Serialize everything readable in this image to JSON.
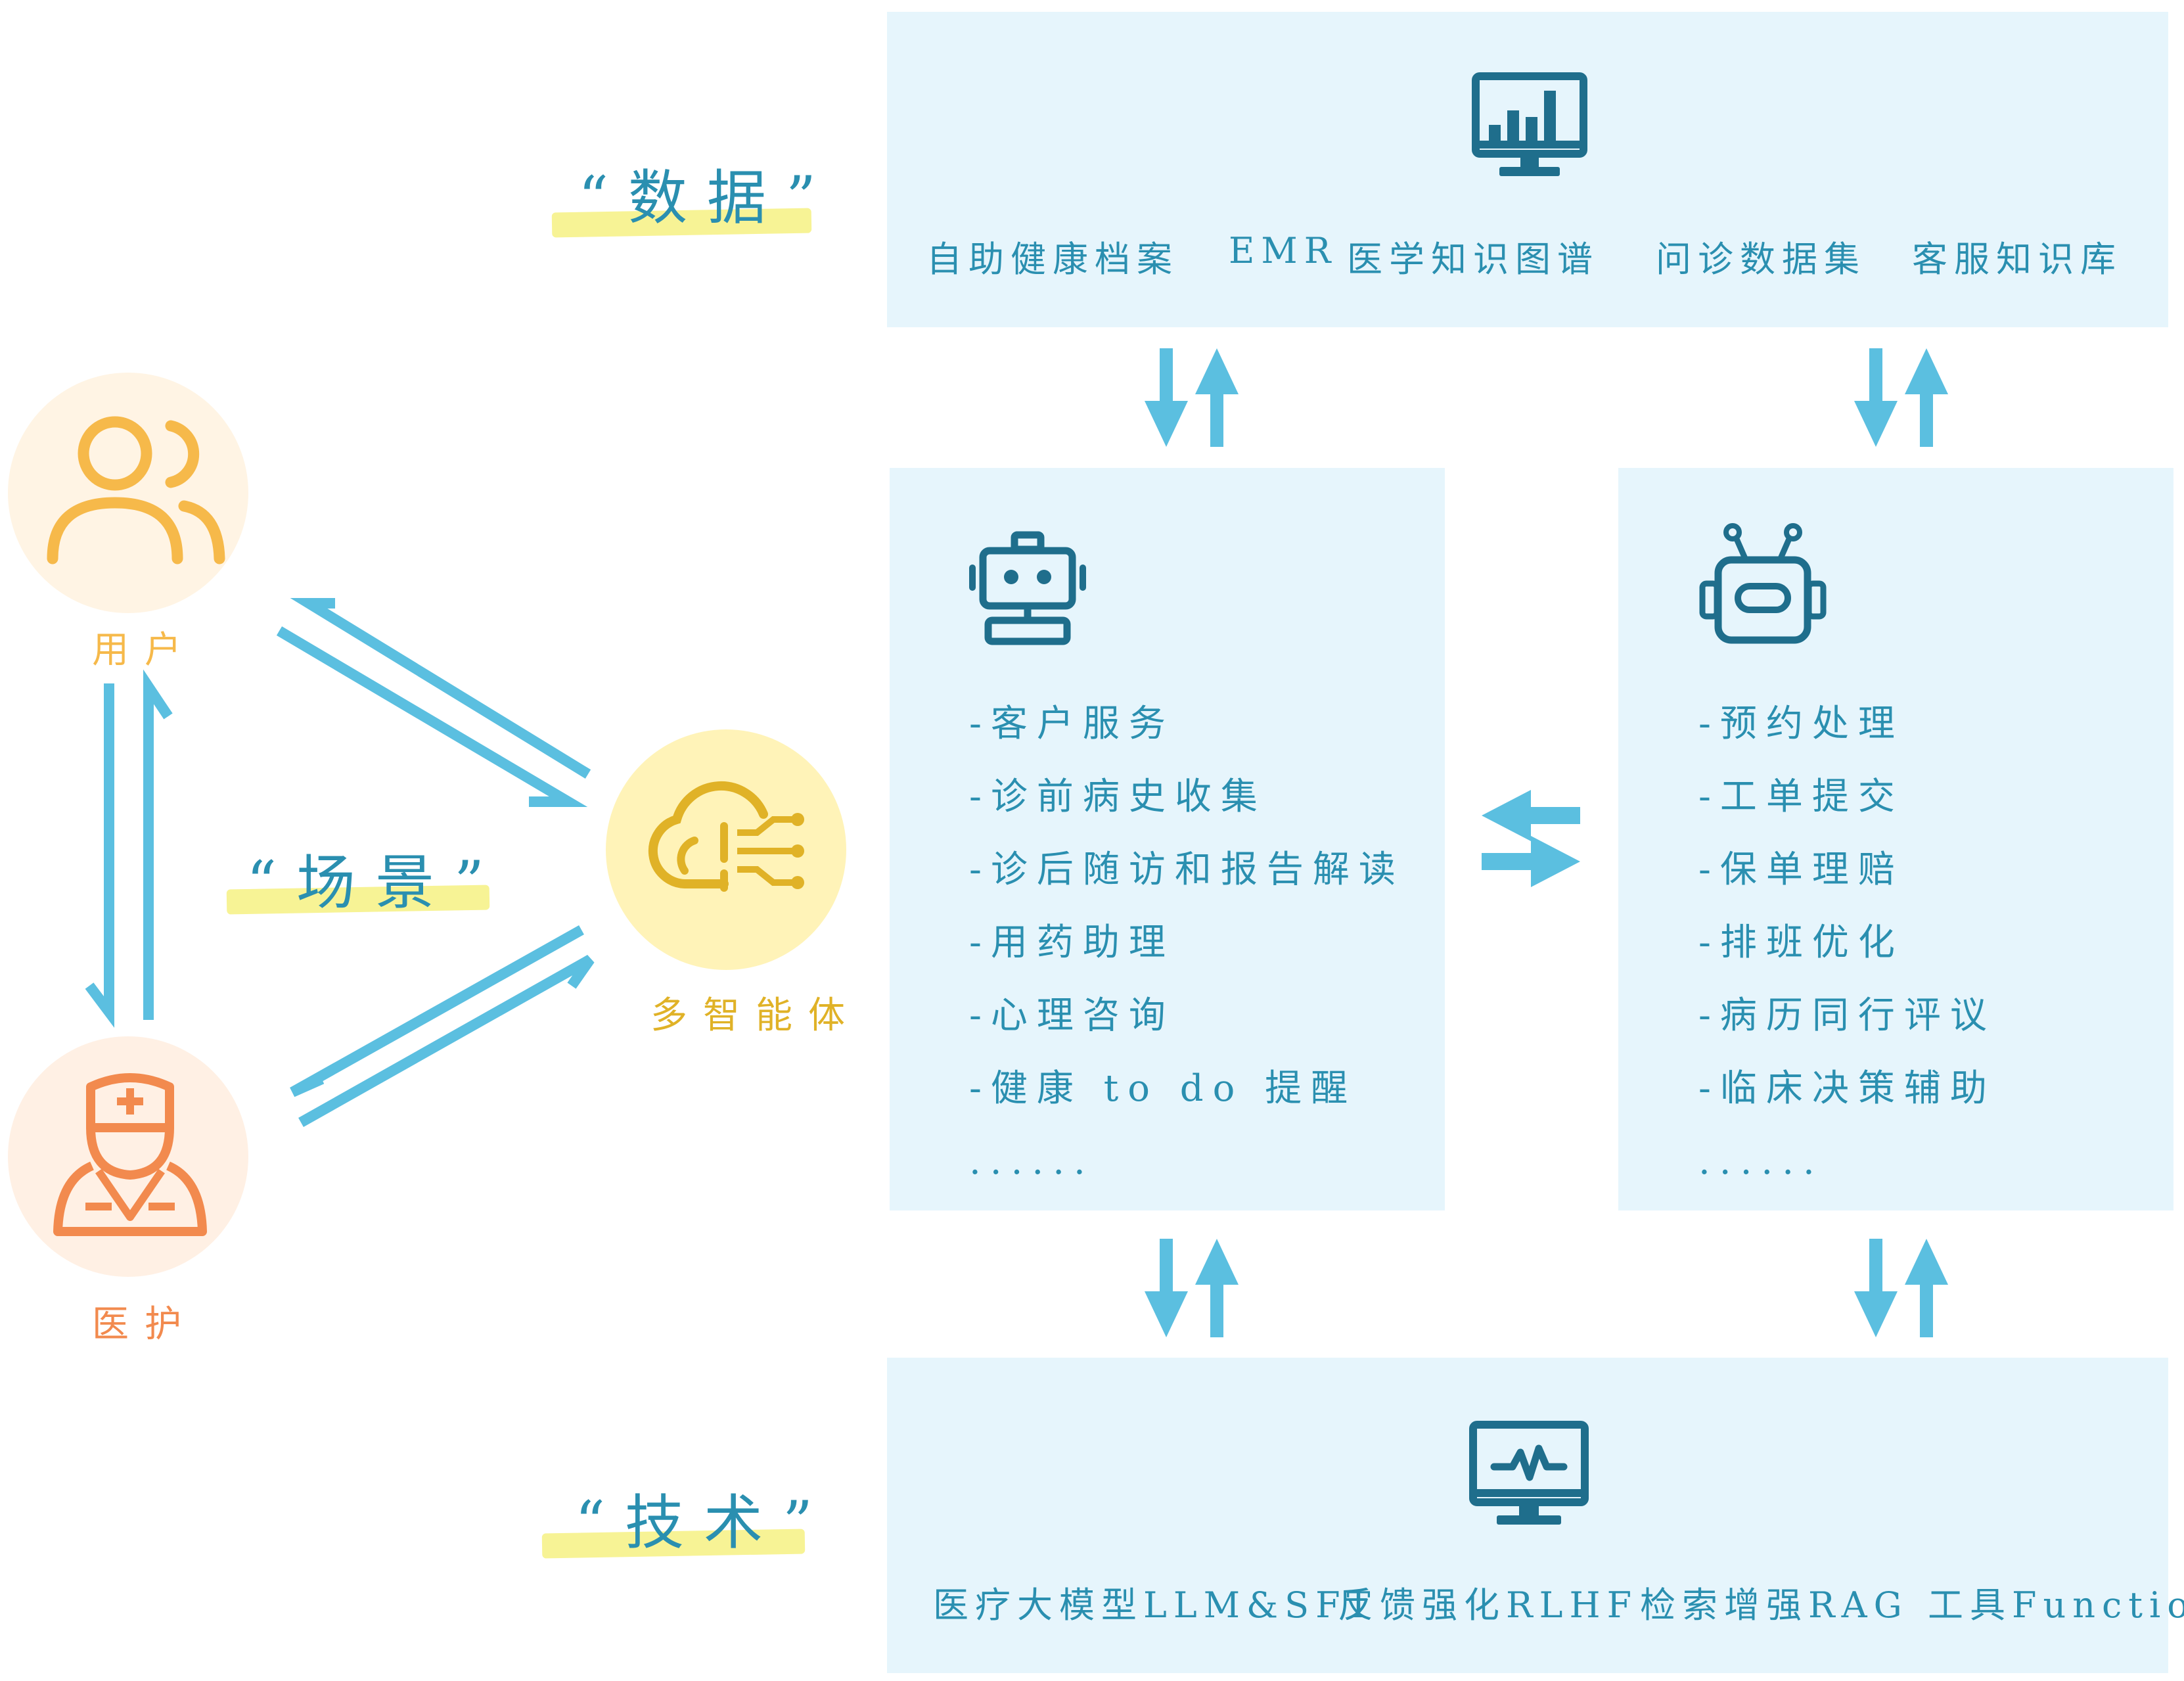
{
  "colors": {
    "panel_bg": "#e6f5fc",
    "arrow": "#5bbfe0",
    "text_blue": "#2a8fb0",
    "icon_teal": "#1f6e8c",
    "user_orange": "#f6b94a",
    "nurse_orange": "#f28a4e",
    "agent_gold": "#e0b227",
    "highlight_yellow": "#f6f28a"
  },
  "labels": {
    "data": "“数据”",
    "scene": "“场景”",
    "tech": "“技术”"
  },
  "nodes": {
    "user": {
      "label": "用户",
      "icon": "users-icon"
    },
    "nurse": {
      "label": "医护",
      "icon": "doctor-icon"
    },
    "agent": {
      "label": "多智能体",
      "icon": "cloud-circuit-icon"
    }
  },
  "data_panel": {
    "icon": "bar-chart-monitor-icon",
    "items": [
      "自助健康档案",
      "EMR",
      "医学知识图谱",
      "问诊数据集",
      "客服知识库"
    ]
  },
  "agent_left": {
    "icon": "robot-icon",
    "items": [
      "-客户服务",
      "-诊前病史收集",
      "-诊后随访和报告解读",
      "-用药助理",
      "-心理咨询",
      "-健康 to do 提醒",
      "......"
    ]
  },
  "agent_right": {
    "icon": "robot-antenna-icon",
    "items": [
      "-预约处理",
      "-工单提交",
      "-保单理赔",
      "-排班优化",
      "-病历同行评议",
      "-临床决策辅助",
      "......"
    ]
  },
  "tech_panel": {
    "icon": "pulse-monitor-icon",
    "items": [
      "医疗大模型LLM&SFT",
      "反馈强化RLHF",
      "检索增强RAG",
      "工具Function"
    ]
  }
}
